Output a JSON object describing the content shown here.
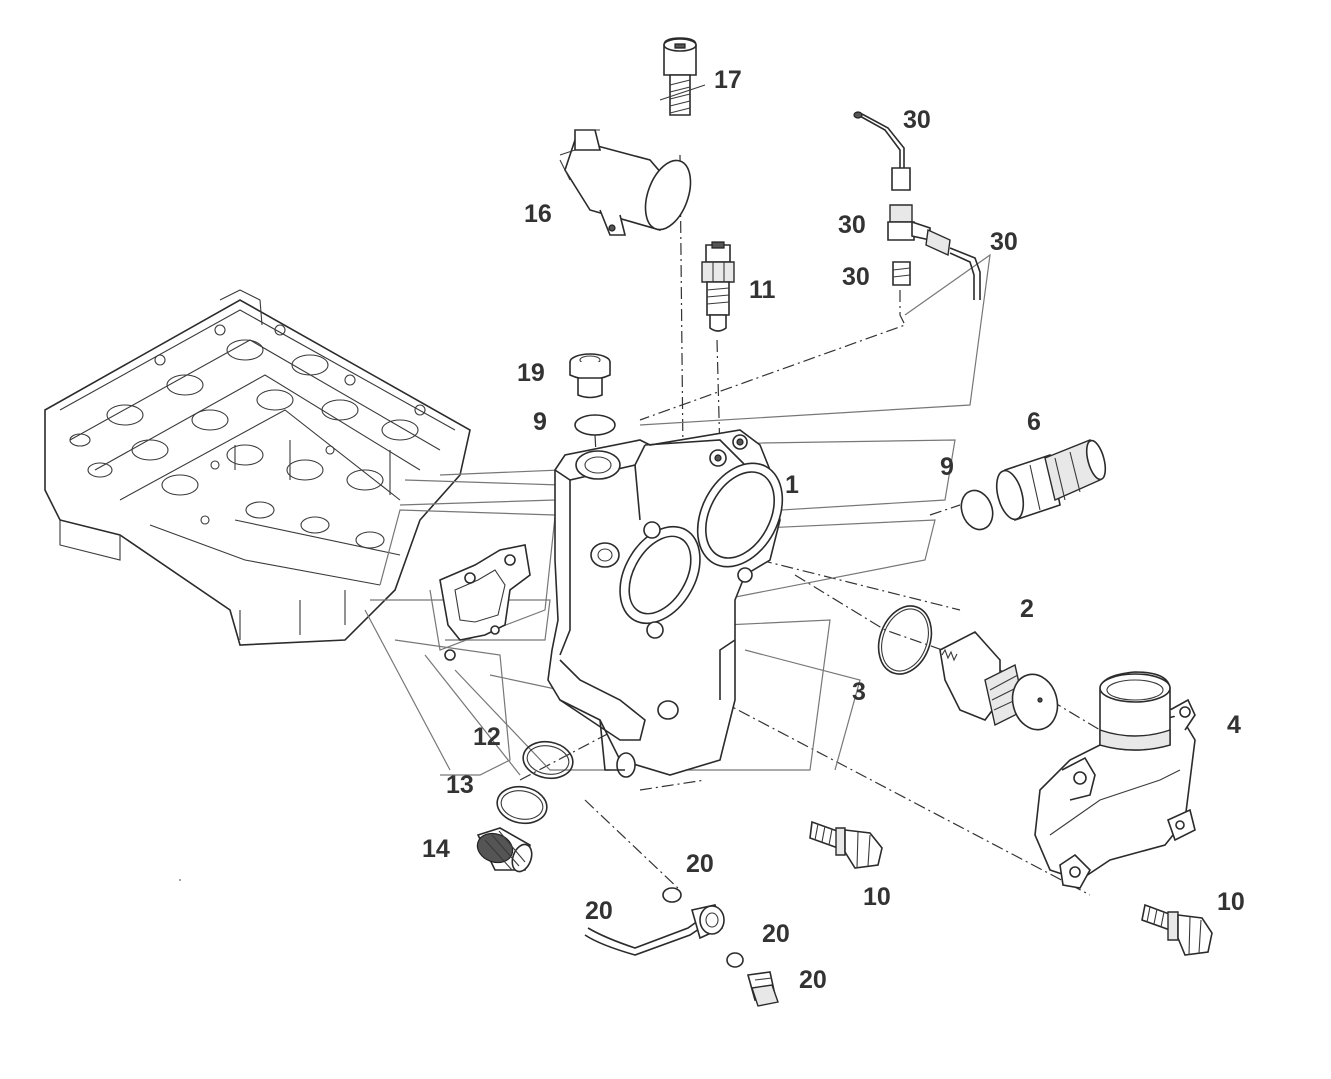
{
  "callouts": [
    {
      "id": "c17",
      "label": "17"
    },
    {
      "id": "c30a",
      "label": "30"
    },
    {
      "id": "c16",
      "label": "16"
    },
    {
      "id": "c30b",
      "label": "30"
    },
    {
      "id": "c30c",
      "label": "30"
    },
    {
      "id": "c30d",
      "label": "30"
    },
    {
      "id": "c11",
      "label": "11"
    },
    {
      "id": "c19",
      "label": "19"
    },
    {
      "id": "c9a",
      "label": "9"
    },
    {
      "id": "c6",
      "label": "6"
    },
    {
      "id": "c1",
      "label": "1"
    },
    {
      "id": "c9b",
      "label": "9"
    },
    {
      "id": "c2",
      "label": "2"
    },
    {
      "id": "c3",
      "label": "3"
    },
    {
      "id": "c4",
      "label": "4"
    },
    {
      "id": "c12",
      "label": "12"
    },
    {
      "id": "c13",
      "label": "13"
    },
    {
      "id": "c14",
      "label": "14"
    },
    {
      "id": "c20a",
      "label": "20"
    },
    {
      "id": "c10a",
      "label": "10"
    },
    {
      "id": "c20b",
      "label": "20"
    },
    {
      "id": "c10b",
      "label": "10"
    },
    {
      "id": "c20c",
      "label": "20"
    },
    {
      "id": "c20d",
      "label": "20"
    }
  ]
}
